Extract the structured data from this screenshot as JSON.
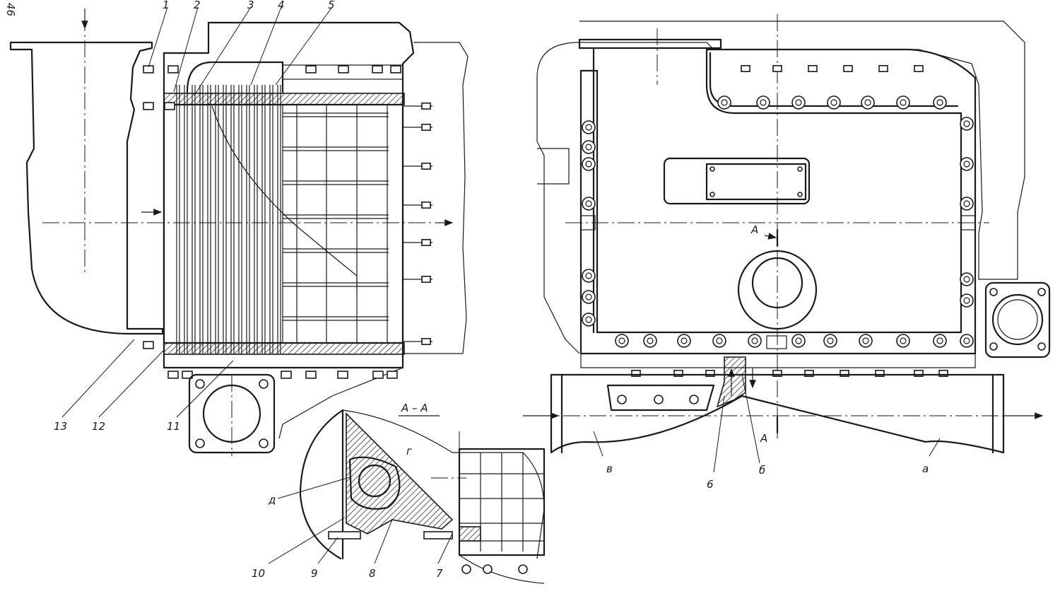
{
  "page_number": "46",
  "section_label": "А – А",
  "section_mark": "А",
  "callouts": {
    "n1": "1",
    "n2": "2",
    "n3": "3",
    "n4": "4",
    "n5": "5",
    "n6": "6",
    "n7": "7",
    "n8": "8",
    "n9": "9",
    "n10": "10",
    "n11": "11",
    "n12": "12",
    "n13": "13"
  },
  "letters": {
    "a": "а",
    "b": "б",
    "v": "в",
    "g": "г",
    "d": "д"
  }
}
